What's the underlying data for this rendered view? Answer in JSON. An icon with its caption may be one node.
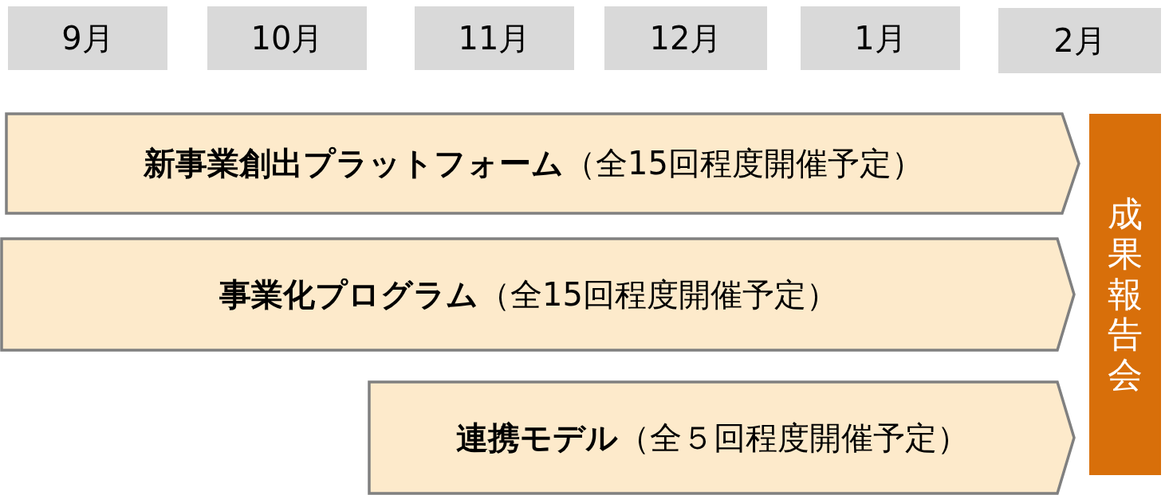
{
  "diagram": {
    "nodes": [
      {
        "text": [
          "9月"
        ]
      },
      {
        "text": [
          "10月"
        ]
      },
      {
        "text": [
          "11月"
        ]
      },
      {
        "text": [
          "12月"
        ]
      },
      {
        "text": [
          "1月"
        ]
      },
      {
        "text": [
          "2月"
        ]
      },
      {
        "text": [
          "**新事業創出プラットフォーム**（全15回程度開催予定）"
        ]
      },
      {
        "text": [
          "**事業化プログラム**（全15回程度開催予定）"
        ]
      },
      {
        "text": [
          "**連携モデル**（全５回程度開催予定）"
        ]
      },
      {
        "text": [
          "成果報告会"
        ]
      }
    ]
  }
}
